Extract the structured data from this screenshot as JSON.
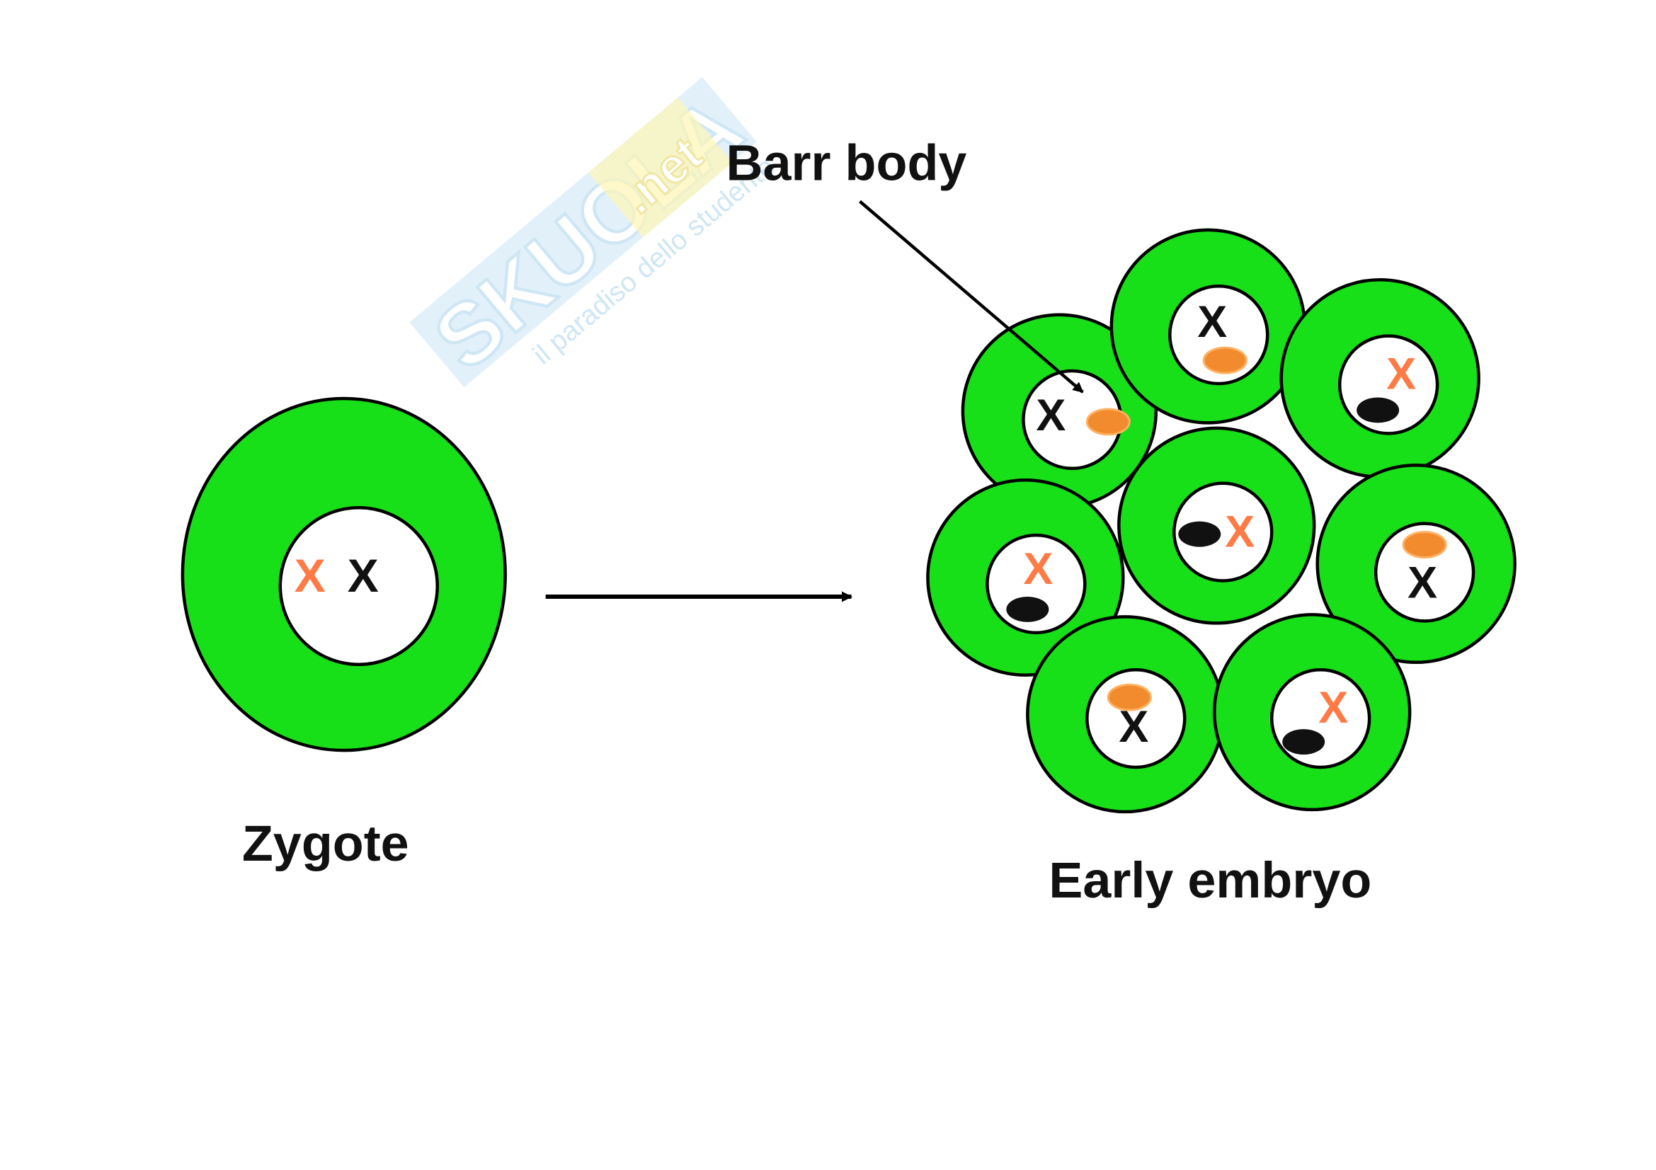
{
  "colors": {
    "cytoplasm": "#18e018",
    "outline": "#000000",
    "nucleus": "#ffffff",
    "active_x_red": "#ff7a45",
    "active_x_black": "#111111",
    "barr_body_orange": "#f28a2e",
    "barr_body_black": "#111111",
    "watermark_blue": "#a9d3ec",
    "watermark_yellow": "#fff07a"
  },
  "labels": {
    "zygote": "Zygote",
    "early_embryo": "Early embryo",
    "barr_body": "Barr body"
  },
  "zygote": {
    "chromosomes": [
      {
        "glyph": "X",
        "color": "#ff7a45"
      },
      {
        "glyph": "X",
        "color": "#111111"
      }
    ]
  },
  "embryo_cells": [
    {
      "active_x": "black",
      "barr_body": "orange"
    },
    {
      "active_x": "black",
      "barr_body": "orange"
    },
    {
      "active_x": "red",
      "barr_body": "black"
    },
    {
      "active_x": "red",
      "barr_body": "black"
    },
    {
      "active_x": "red",
      "barr_body": "black"
    },
    {
      "active_x": "black",
      "barr_body": "orange"
    },
    {
      "active_x": "black",
      "barr_body": "orange"
    },
    {
      "active_x": "red",
      "barr_body": "black"
    }
  ],
  "watermark": {
    "brand": "SKUOLA",
    "tld": ".net",
    "tagline": "il paradiso dello studente"
  }
}
